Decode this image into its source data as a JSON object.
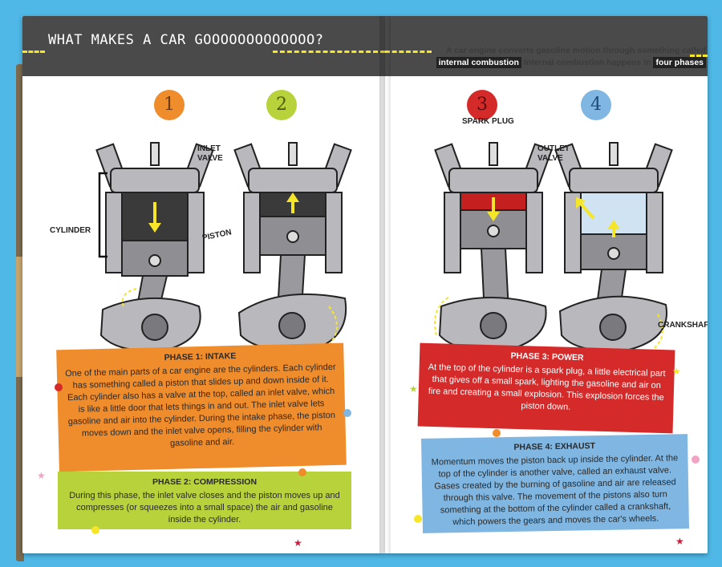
{
  "left_page": {
    "title": "WHAT MAKES A CAR GOOOOOOOOOOOOO?",
    "numbers": [
      "1",
      "2"
    ],
    "labels": {
      "inlet_valve": "INLET\nVALVE",
      "cylinder": "CYLINDER",
      "piston": "PISTON"
    },
    "phase1": {
      "title": "PHASE 1: INTAKE",
      "text": "One of the main parts of a car engine are the cylinders. Each cylinder has something called a piston that slides up and down inside of it. Each cylinder also has a valve at the top, called an inlet valve, which is like a little door that lets things in and out. The inlet valve lets gasoline and air into the cylinder. During the intake phase, the piston moves down and the inlet valve opens, filling the cylinder with gasoline and air."
    },
    "phase2": {
      "title": "PHASE 2: COMPRESSION",
      "text": "During this phase, the inlet valve closes and the piston moves up and compresses (or squeezes into a small space) the air and gasoline inside the cylinder."
    }
  },
  "right_page": {
    "intro_1": "A car engine converts gasoline motion through something called",
    "intro_hl1": "internal combustion",
    "intro_2": "Internal combustion happens in",
    "intro_hl2": "four phases",
    "numbers": [
      "3",
      "4"
    ],
    "labels": {
      "spark_plug": "SPARK PLUG",
      "outlet_valve": "OUTLET\nVALVE",
      "crankshaft": "CRANKSHAFT"
    },
    "phase3": {
      "title": "PHASE 3: POWER",
      "text": "At the top of the cylinder is a spark plug, a little electrical part that gives off a small spark, lighting the gasoline and air on fire and creating a small explosion. This explosion forces the piston down."
    },
    "phase4": {
      "title": "PHASE 4: EXHAUST",
      "text": "Momentum moves the piston back up inside the cylinder. At the top of the cylinder is another valve, called an exhaust valve. Gases created by the burning of gasoline and air are released through this valve. The movement of the pistons also turn something at the bottom of the cylinder called a crankshaft, which powers the gears and moves the car's wheels."
    }
  },
  "colors": {
    "header": "#4a4a4a",
    "dash": "#f6e62a",
    "orange": "#ef8c2c",
    "green": "#b8d23c",
    "red": "#d42a2a",
    "blue": "#7fb6e2",
    "background": "#4fb8e6"
  }
}
